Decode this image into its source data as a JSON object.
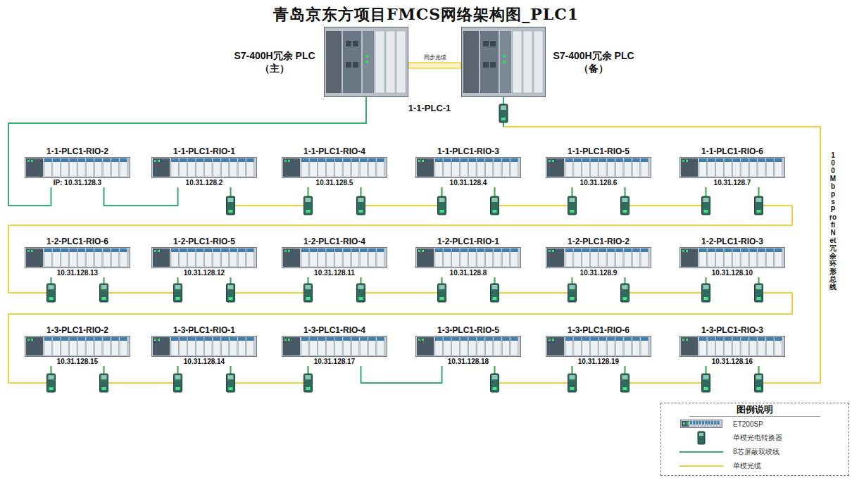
{
  "diagram": {
    "title": "青岛京东方项目FMCS网络架构图_PLC1",
    "nodes": [
      {
        "text": [
          "S7-400H冗余 PLC（主）"
        ]
      },
      {
        "text": [
          "S7-400H冗余 PLC（备）"
        ]
      },
      {
        "text": [
          "1-1-PLC1-RIO-2",
          "IP: 10.31.128.3"
        ]
      },
      {
        "text": [
          "1-1-PLC1-RIO-1",
          "10.31.128.2"
        ]
      },
      {
        "text": [
          "1-1-PLC1-RIO-4",
          "10.31.128.5"
        ]
      },
      {
        "text": [
          "1-1-PLC1-RIO-3",
          "10.31.128.4"
        ]
      },
      {
        "text": [
          "1-1-PLC1-RIO-5",
          "10.31.128.6"
        ]
      },
      {
        "text": [
          "1-1-PLC1-RIO-6",
          "10.31.128.7"
        ]
      },
      {
        "text": [
          "1-2-PLC1-RIO-6",
          "10.31.128.13"
        ]
      },
      {
        "text": [
          "1-2-PLC1-RIO-5",
          "10.31.128.12"
        ]
      },
      {
        "text": [
          "1-2-PLC1-RIO-4",
          "10.31.128.11"
        ]
      },
      {
        "text": [
          "1-2-PLC1-RIO-1",
          "10.31.128.8"
        ]
      },
      {
        "text": [
          "1-2-PLC1-RIO-2",
          "10.31.128.9"
        ]
      },
      {
        "text": [
          "1-2-PLC1-RIO-3",
          "10.31.128.10"
        ]
      },
      {
        "text": [
          "1-3-PLC1-RIO-2",
          "10.31.128.15"
        ]
      },
      {
        "text": [
          "1-3-PLC1-RIO-1",
          "10.31.128.14"
        ]
      },
      {
        "text": [
          "1-3-PLC1-RIO-4",
          "10.31.128.17"
        ]
      },
      {
        "text": [
          "1-3-PLC1-RIO-5",
          "10.31.128.18"
        ]
      },
      {
        "text": [
          "1-3-PLC1-RIO-6",
          "10.31.128.19"
        ]
      },
      {
        "text": [
          "1-3-PLC1-RIO-3",
          "10.31.128.16"
        ]
      }
    ],
    "edges": [
      {
        "from": 0,
        "to": 1,
        "label": "同步光缆",
        "arrow": "none"
      },
      {
        "from": 0,
        "to": 2,
        "arrow": "none"
      },
      {
        "from": 2,
        "to": 3,
        "arrow": "none"
      },
      {
        "from": 3,
        "to": 4,
        "arrow": "none"
      },
      {
        "from": 4,
        "to": 5,
        "arrow": "none"
      },
      {
        "from": 5,
        "to": 6,
        "arrow": "none"
      },
      {
        "from": 6,
        "to": 7,
        "arrow": "none"
      },
      {
        "from": 7,
        "to": 8,
        "arrow": "none"
      },
      {
        "from": 8,
        "to": 9,
        "arrow": "none"
      },
      {
        "from": 9,
        "to": 10,
        "arrow": "none"
      },
      {
        "from": 10,
        "to": 11,
        "arrow": "none"
      },
      {
        "from": 11,
        "to": 12,
        "arrow": "none"
      },
      {
        "from": 12,
        "to": 13,
        "arrow": "none"
      },
      {
        "from": 13,
        "to": 14,
        "arrow": "none"
      },
      {
        "from": 14,
        "to": 15,
        "arrow": "none"
      },
      {
        "from": 15,
        "to": 16,
        "arrow": "none"
      },
      {
        "from": 16,
        "to": 17,
        "arrow": "none"
      },
      {
        "from": 17,
        "to": 18,
        "arrow": "none"
      },
      {
        "from": 18,
        "to": 19,
        "arrow": "none"
      },
      {
        "from": 19,
        "to": 1,
        "arrow": "none"
      }
    ],
    "labels": [
      "1-1-PLC-1",
      "100Mbps ProfiNet 冗余环形总线",
      "图例说明"
    ],
    "legend": [
      {
        "text": "ET200SP"
      },
      {
        "text": "单模光电转换器"
      },
      {
        "text": "8芯屏蔽双绞线"
      },
      {
        "text": "单模光缆"
      }
    ]
  }
}
